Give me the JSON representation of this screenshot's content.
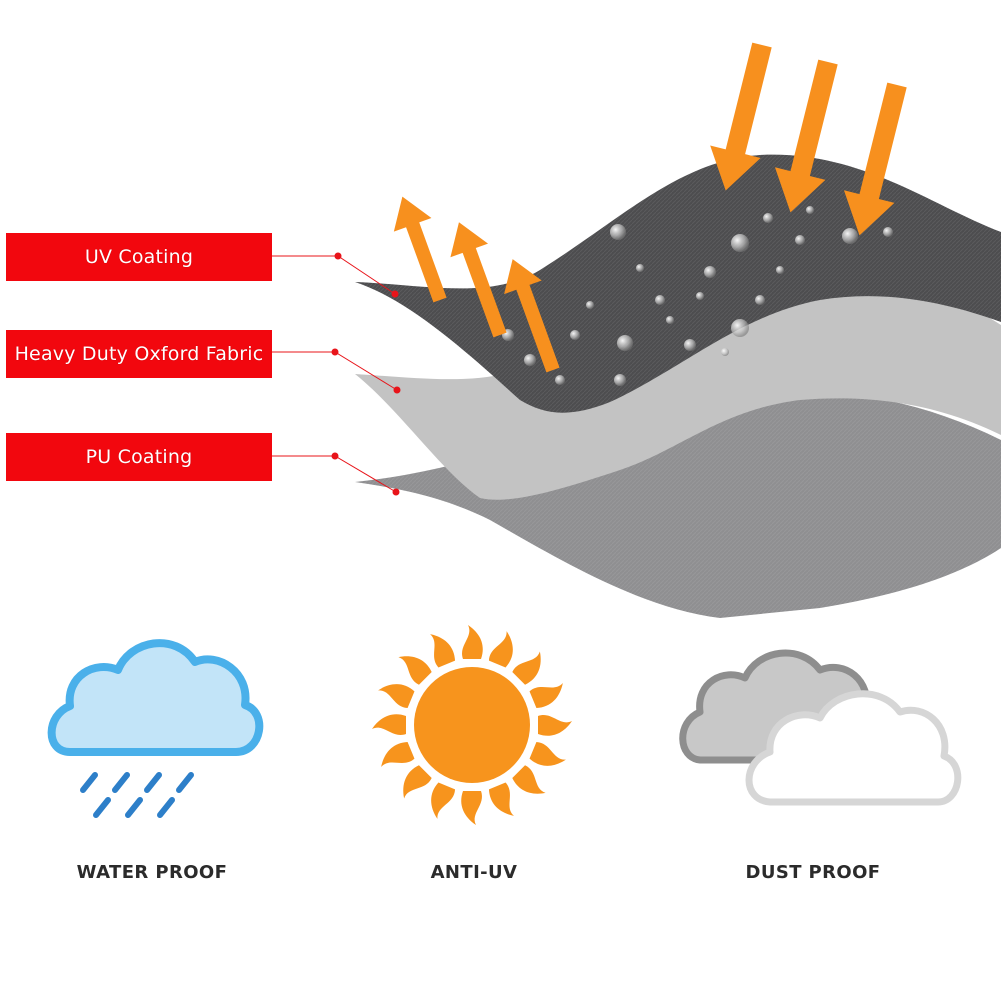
{
  "layers": {
    "uv_coating": "UV Coating",
    "oxford_fabric": "Heavy Duty Oxford Fabric",
    "pu_coating": "PU Coating"
  },
  "features": {
    "water_proof": "WATER PROOF",
    "anti_uv": "ANTI-UV",
    "dust_proof": "DUST PROOF"
  },
  "colors": {
    "label_red": "#f2070e",
    "arrow_orange": "#f7901e",
    "top_layer": "#4d4d4f",
    "middle_layer": "#c3c3c3",
    "bottom_layer": "#8f8f91",
    "cloud_blue_fill": "#c2e4f8",
    "cloud_blue_stroke": "#4ab0ea",
    "rain_blue": "#2d7fc9",
    "sun_orange": "#f7941d",
    "dust_gray": "#9c9c9c"
  },
  "icons": [
    "rain-cloud-icon",
    "sun-icon",
    "dust-cloud-icon",
    "arrow-down-icon",
    "arrow-up-icon"
  ]
}
